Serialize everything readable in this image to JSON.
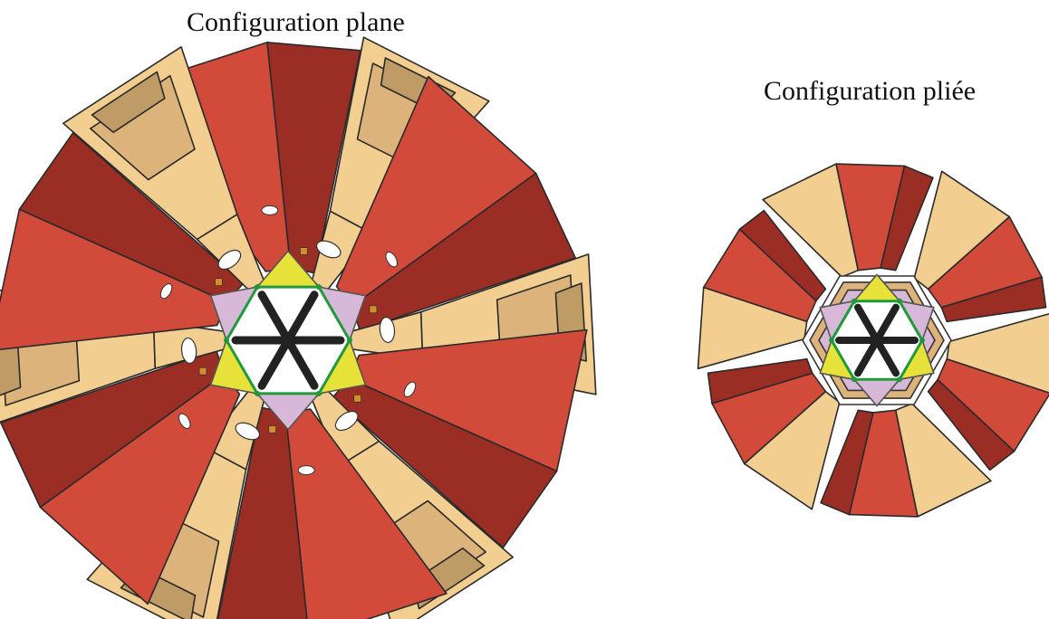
{
  "labels": {
    "left_title": "Configuration plane",
    "right_title": "Configuration pliée"
  },
  "colors": {
    "red_light": "#d24a3a",
    "red_mid": "#c1392b",
    "red_dark": "#9b2e24",
    "tan_light": "#f2cf90",
    "tan_mid": "#dcb37a",
    "tan_dark": "#bf9b66",
    "tan_shadow": "#8a6e45",
    "lavender": "#d7b8d8",
    "yellow": "#e6e23a",
    "green": "#1f9a3a",
    "spoke": "#222222",
    "outline": "#2a2a2a"
  },
  "icons": {
    "hub_left": "hexagon-hub-with-six-spokes",
    "hub_right": "hexagon-hub-with-six-spokes"
  }
}
